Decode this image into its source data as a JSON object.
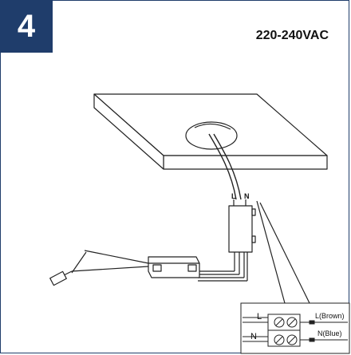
{
  "step": {
    "number": "4"
  },
  "header": {
    "voltage": "220-240VAC"
  },
  "wires": {
    "live_short": "L",
    "neutral_short": "N"
  },
  "terminal": {
    "left_live": "L",
    "left_neutral": "N",
    "right_live": "L(Brown)",
    "right_neutral": "N(Blue)"
  },
  "colors": {
    "accent": "#1f3d6b",
    "line": "#222222"
  }
}
